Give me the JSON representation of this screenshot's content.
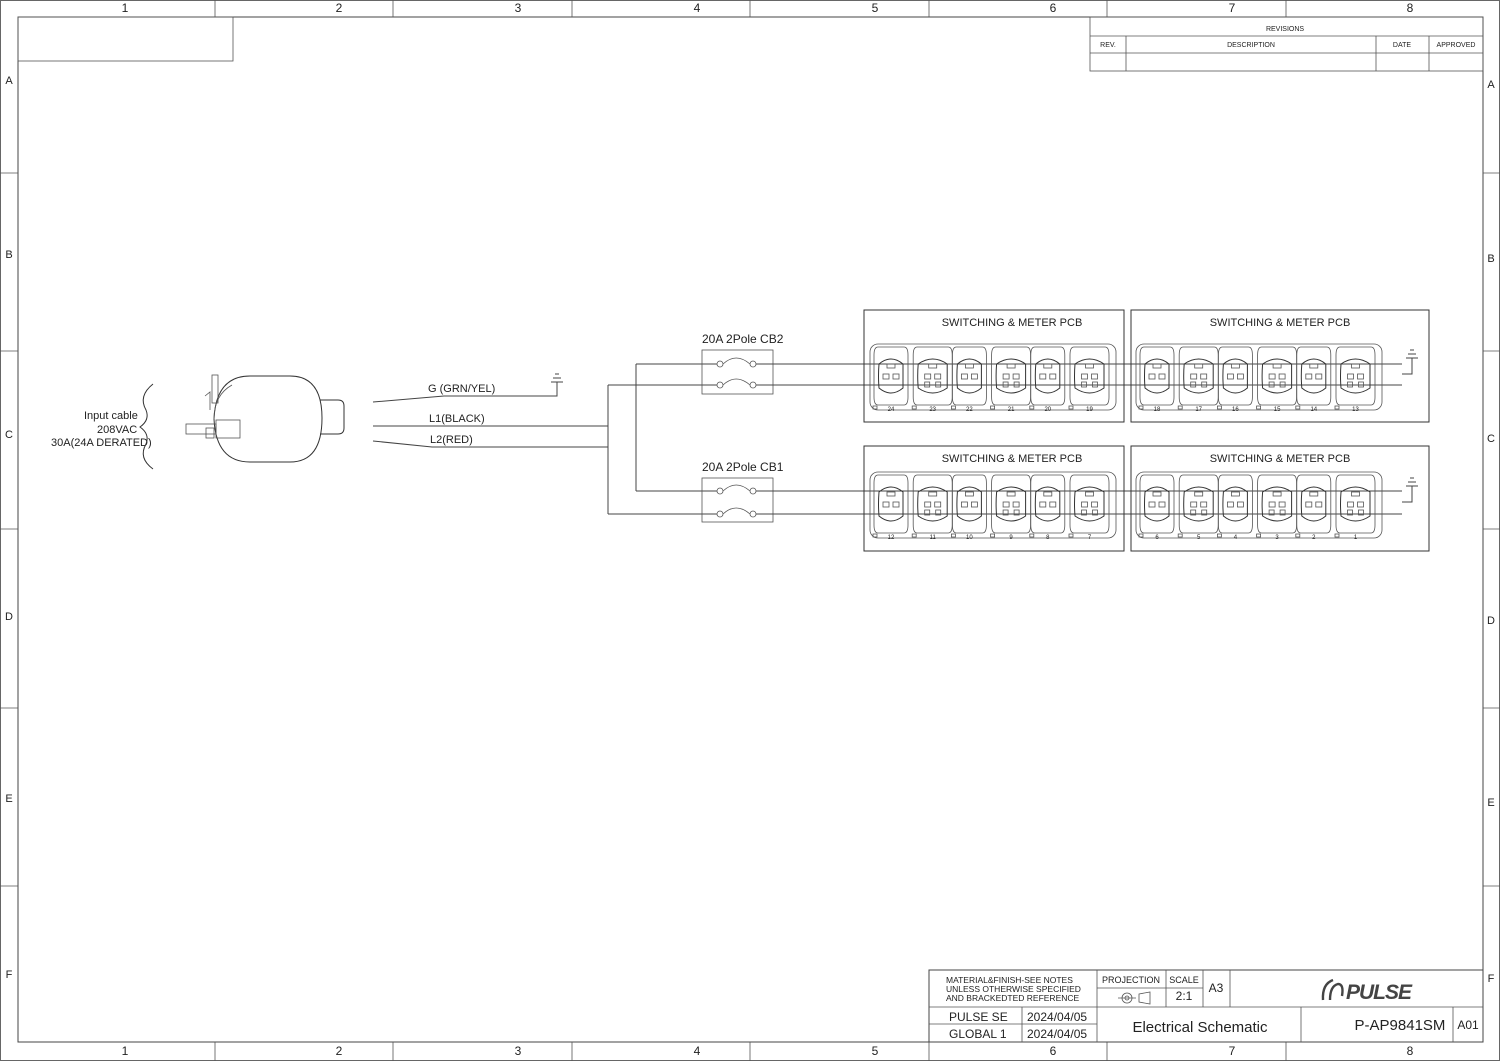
{
  "border": {
    "columns": [
      "1",
      "2",
      "3",
      "4",
      "5",
      "6",
      "7",
      "8"
    ],
    "rows": [
      "A",
      "B",
      "C",
      "D",
      "E",
      "F"
    ]
  },
  "revisions": {
    "title": "REVISIONS",
    "headers": [
      "REV.",
      "DESCRIPTION",
      "DATE",
      "APPROVED"
    ]
  },
  "input": {
    "line1": "Input cable",
    "line2": "208VAC",
    "line3": "30A(24A DERATED)"
  },
  "wires": {
    "ground": "G (GRN/YEL)",
    "l1": "L1(BLACK)",
    "l2": "L2(RED)"
  },
  "breakers": {
    "cb2": "20A 2Pole CB2",
    "cb1": "20A 2Pole CB1"
  },
  "pcb_label": "SWITCHING & METER PCB",
  "outlets": {
    "top_left": [
      "24",
      "23",
      "22",
      "21",
      "20",
      "19"
    ],
    "top_right": [
      "18",
      "17",
      "16",
      "15",
      "14",
      "13"
    ],
    "bottom_left": [
      "12",
      "11",
      "10",
      "9",
      "8",
      "7"
    ],
    "bottom_right": [
      "6",
      "5",
      "4",
      "3",
      "2",
      "1"
    ]
  },
  "title_block": {
    "notes": [
      "MATERIAL&FINISH-SEE NOTES",
      "UNLESS OTHERWISE SPECIFIED",
      "AND BRACKEDTED REFERENCE"
    ],
    "projection_label": "PROJECTION",
    "scale_label": "SCALE",
    "scale": "2:1",
    "size": "A3",
    "drawn_by": "PULSE SE",
    "checked_by": "GLOBAL 1",
    "drawn_date": "2024/04/05",
    "checked_date": "2024/04/05",
    "title": "Electrical Schematic",
    "part_number": "P-AP9841SM",
    "revision": "A01",
    "logo_text": "PULSE"
  }
}
